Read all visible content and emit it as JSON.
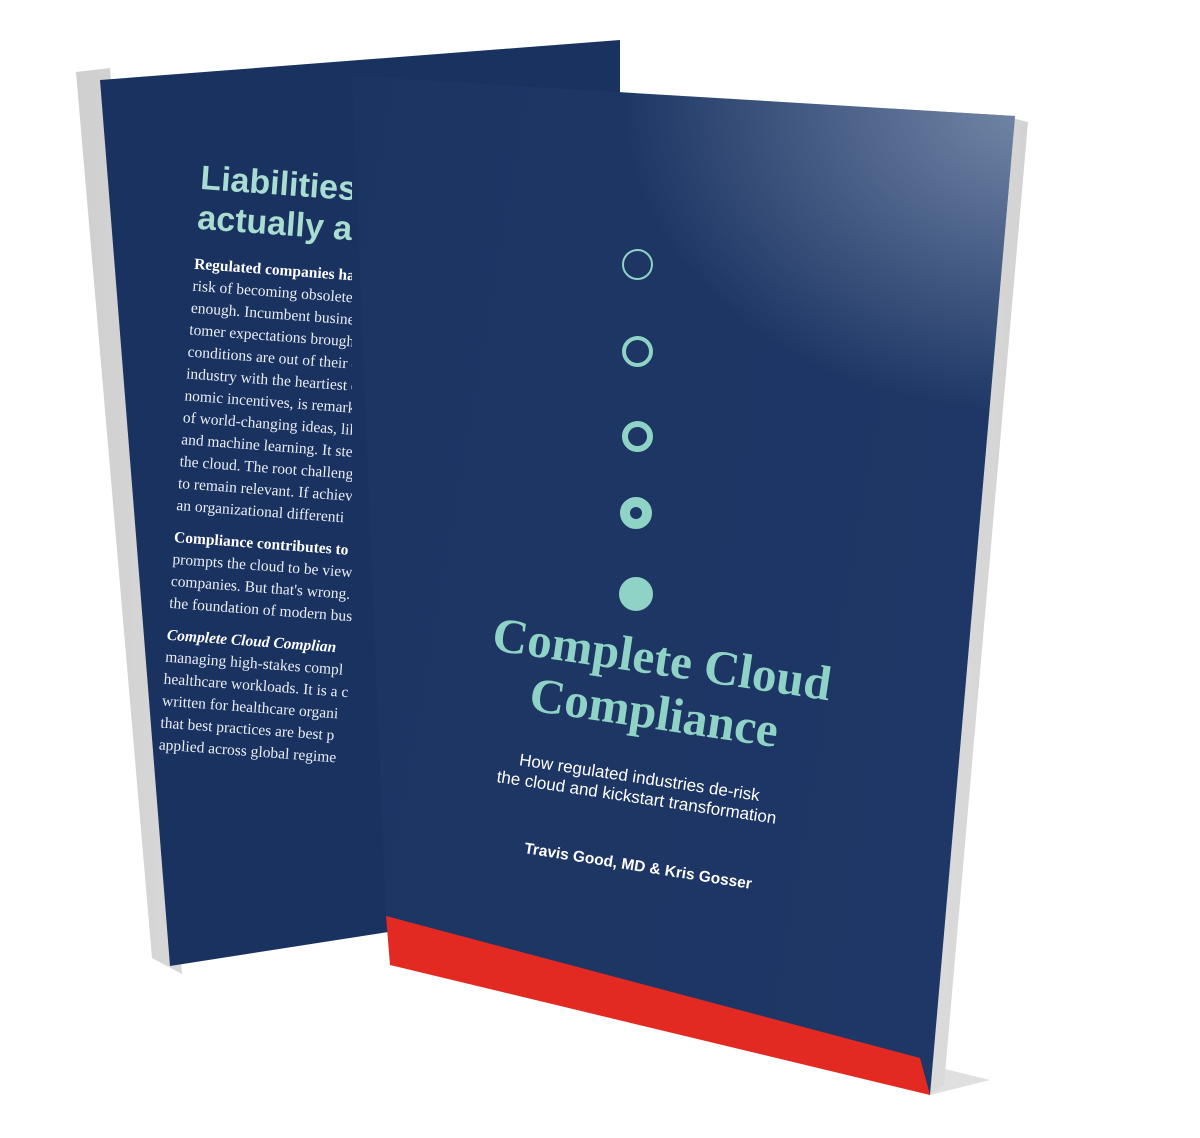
{
  "back_cover": {
    "heading_lines": [
      "Liabilities",
      "actually a"
    ],
    "paragraphs": [
      {
        "lead": "Regulated companies have",
        "lines": [
          "risk of becoming obsolete due",
          "enough. Incumbent business",
          "tomer expectations brought c",
          "conditions are out of their co",
          "industry with the heartiest e",
          "nomic incentives, is remarkab",
          "of world-changing ideas, like",
          "and machine learning. It sten",
          "the cloud. The root challenge",
          "to remain relevant. If achieve",
          "an organizational differenti"
        ]
      },
      {
        "lead": "Compliance contributes to",
        "lines": [
          "prompts the cloud to be viewe",
          "companies. But that's wrong.",
          "the foundation of modern bus"
        ]
      },
      {
        "lead": "Complete Cloud Complian",
        "lines": [
          "managing high-stakes compl",
          "healthcare workloads. It is a c",
          "written for healthcare organi",
          "that best practices are best p",
          "applied across global regime"
        ]
      }
    ]
  },
  "front_cover": {
    "title_lines": [
      "Complete Cloud",
      "Compliance"
    ],
    "subtitle_lines": [
      "How regulated industries de-risk",
      "the cloud and kickstart transformation"
    ],
    "authors": "Travis Good, MD & Kris Gosser",
    "circles_icon": "progress-circles-icon",
    "colors": {
      "cover": "#1d3563",
      "accent": "#8fd3c6",
      "stripe": "#e32a22",
      "text": "#ffffff"
    }
  }
}
